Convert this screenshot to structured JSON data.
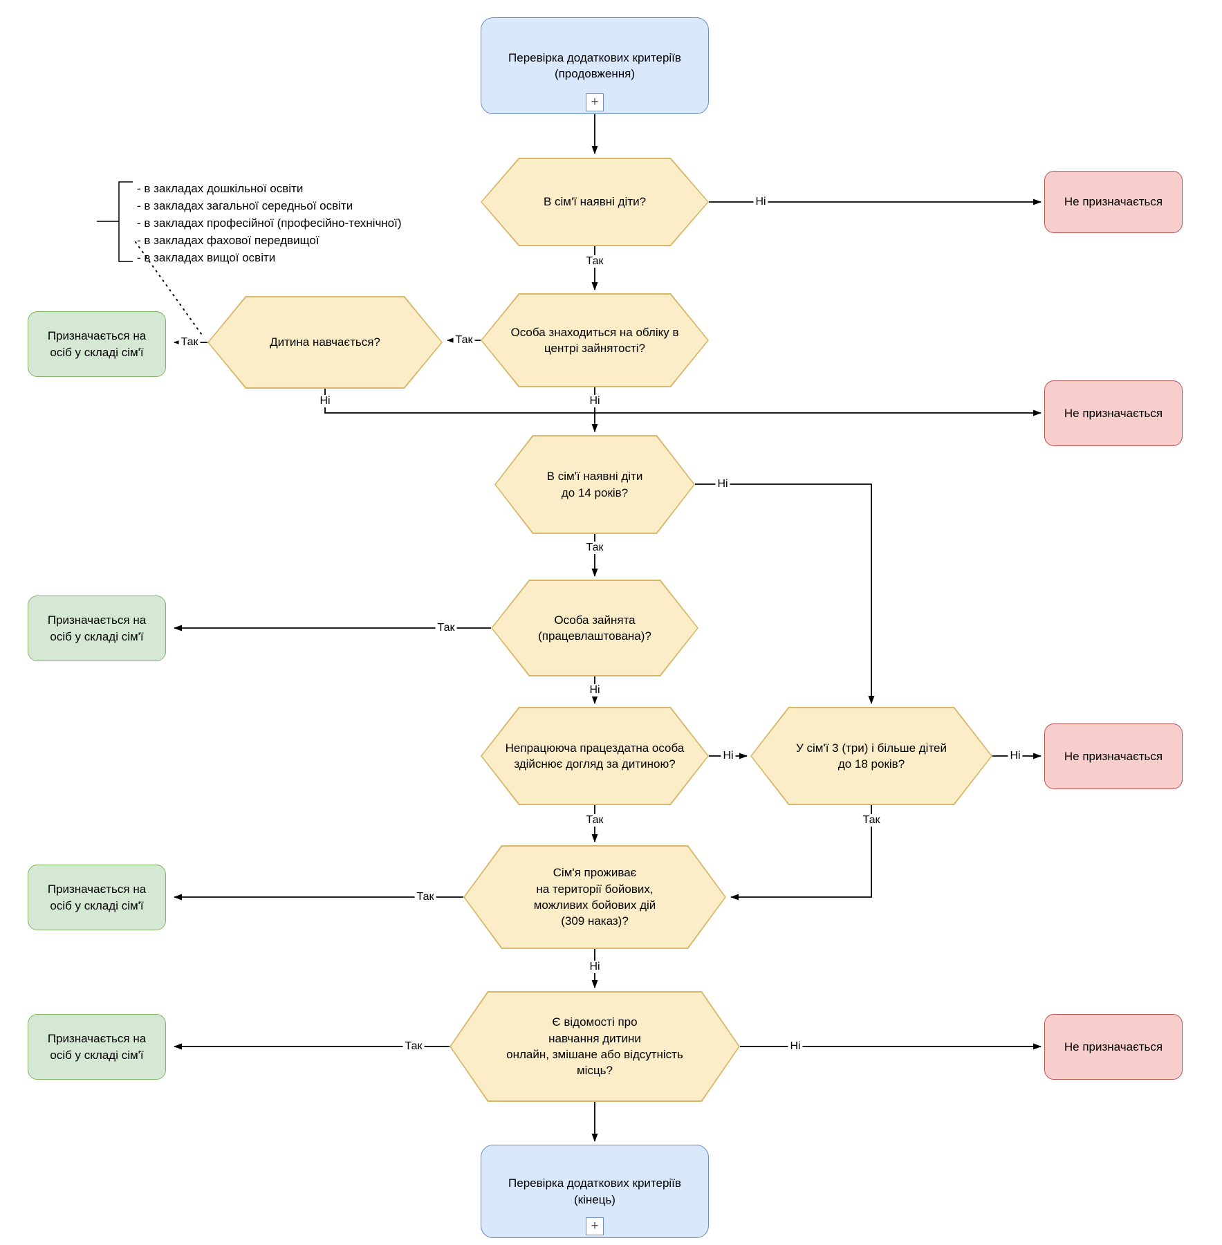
{
  "labels": {
    "yes": "Так",
    "no": "Ні"
  },
  "nodes": {
    "start": {
      "text": [
        "Перевірка додаткових критеріїв",
        "(продовження)"
      ],
      "expand": "+"
    },
    "end": {
      "text": [
        "Перевірка додаткових критеріїв",
        "(кінець)"
      ],
      "expand": "+"
    },
    "q_children": {
      "text": [
        "В сім'ї наявні діти?"
      ]
    },
    "q_employment_center": {
      "text": [
        "Особа знаходиться на обліку в",
        "центрі зайнятості?"
      ]
    },
    "q_child_studies": {
      "text": [
        "Дитина навчається?"
      ]
    },
    "q_children_under_14": {
      "text": [
        "В сім'ї наявні діти",
        "до 14 років?"
      ]
    },
    "q_employed": {
      "text": [
        "Особа зайнята",
        "(працевлаштована)?"
      ]
    },
    "q_caregiver": {
      "text": [
        "Непрацююча працездатна особа",
        "здійснює догляд за дитиною?"
      ]
    },
    "q_three_children_under_18": {
      "text": [
        "У сім'ї 3 (три) і більше дітей",
        "до 18 років?"
      ]
    },
    "q_combat_area": {
      "text": [
        "Сім'я проживає",
        "на території бойових,",
        "можливих бойових дій",
        "(309 наказ)?"
      ]
    },
    "q_online_education": {
      "text": [
        "Є відомості про",
        "навчання дитини",
        "онлайн, змішане або відсутність",
        "місць?"
      ]
    },
    "outcome_assigned": {
      "text": [
        "Призначається на",
        "осіб у складі сім'ї"
      ]
    },
    "outcome_not_assigned": {
      "text": [
        "Не призначається"
      ]
    }
  },
  "annotation": {
    "education_list": [
      "- в закладах дошкільної освіти",
      "- в закладах загальної середньої освіти",
      "- в закладах професійної (професійно-технічної)",
      "- в закладах фахової передвищої",
      "- в закладах вищої освіти"
    ]
  },
  "colors": {
    "process_fill": "#dae8fc",
    "process_stroke": "#6c8ebf",
    "decision_fill": "#fbedc8",
    "decision_stroke": "#d8b868",
    "assigned_fill": "#d5e8d4",
    "assigned_stroke": "#82b366",
    "not_assigned_fill": "#f8cecc",
    "not_assigned_stroke": "#b85450",
    "line": "#000000"
  }
}
